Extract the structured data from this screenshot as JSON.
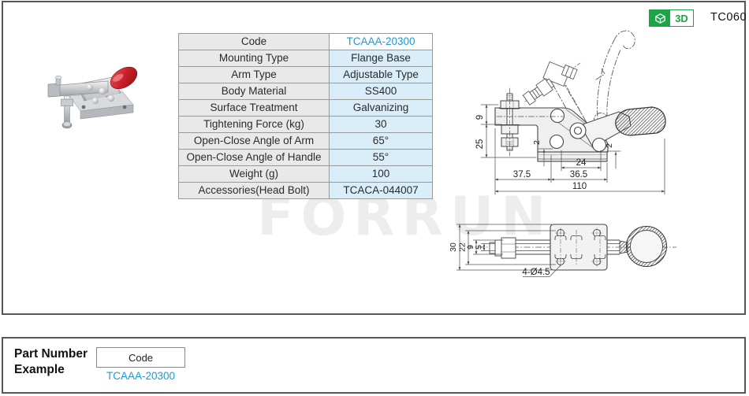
{
  "header": {
    "badge_3d_label": "3D",
    "page_code": "TC060"
  },
  "watermark": "FORRUN",
  "spec_table": {
    "rows": [
      {
        "label": "Code",
        "value": "TCAAA-20300"
      },
      {
        "label": "Mounting Type",
        "value": "Flange Base"
      },
      {
        "label": "Arm Type",
        "value": "Adjustable Type"
      },
      {
        "label": "Body Material",
        "value": "SS400"
      },
      {
        "label": "Surface Treatment",
        "value": "Galvanizing"
      },
      {
        "label": "Tightening Force (kg)",
        "value": "30"
      },
      {
        "label": "Open-Close Angle of Arm",
        "value": "65°"
      },
      {
        "label": "Open-Close Angle of Handle",
        "value": "55°"
      },
      {
        "label": "Weight (g)",
        "value": "100"
      },
      {
        "label": "Accessories(Head Bolt)",
        "value": "TCACA-044007"
      }
    ]
  },
  "dims_top": {
    "h9": "9",
    "h25": "25",
    "e2a": "2",
    "e2b": "2",
    "w24": "24",
    "w365": "36.5",
    "w375": "37.5",
    "w110": "110"
  },
  "dims_bottom": {
    "h30": "30",
    "h22": "22",
    "h9": "9",
    "h5": "5",
    "holes": "4-Ø4.5"
  },
  "part_number_example": {
    "title_line1": "Part Number",
    "title_line2": "Example",
    "code_header": "Code",
    "code_value": "TCAAA-20300"
  },
  "colors": {
    "accent_blue": "#1b9ad8",
    "badge_green": "#1ea446",
    "table_label_bg": "#e9e9e9",
    "table_value_bg": "#daeef9",
    "watermark_gray": "#ededed",
    "drawing_line": "#444444",
    "handle_red": "#c0242c"
  }
}
